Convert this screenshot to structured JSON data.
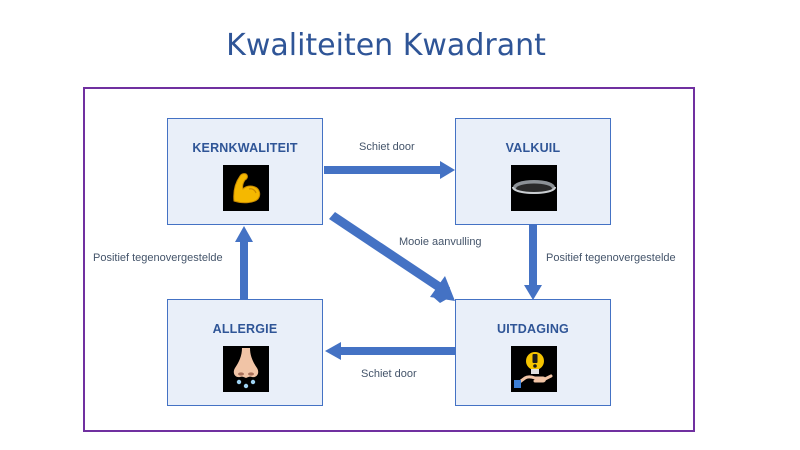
{
  "title": "Kwaliteiten Kwadrant",
  "boxes": {
    "kernkwaliteit": {
      "label": "KERNKWALITEIT",
      "icon": "flexed-biceps-icon"
    },
    "valkuil": {
      "label": "VALKUIL",
      "icon": "hole-icon"
    },
    "allergie": {
      "label": "ALLERGIE",
      "icon": "runny-nose-icon"
    },
    "uitdaging": {
      "label": "UITDAGING",
      "icon": "idea-lightbulb-hand-icon"
    }
  },
  "relations": {
    "top": "Schiet door",
    "diagonal": "Mooie aanvulling",
    "right": "Positief tegenovergestelde",
    "bottom": "Schiet door",
    "left": "Positief tegenovergestelde"
  },
  "colors": {
    "title": "#2f5597",
    "box_fill": "#e9eff9",
    "box_border": "#4472c4",
    "arrow": "#4472c4",
    "frame": "#7030a0"
  }
}
